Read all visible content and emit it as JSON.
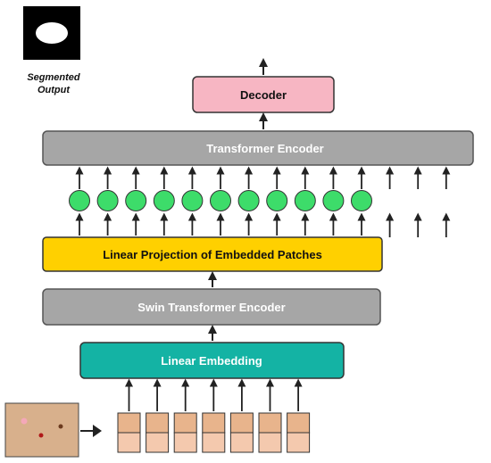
{
  "output": {
    "caption_line1": "Segmented",
    "caption_line2": "Output"
  },
  "blocks": {
    "decoder": "Decoder",
    "transformer_encoder": "Transformer Encoder",
    "linear_projection": "Linear Projection of Embedded Patches",
    "swin_encoder": "Swin Transformer Encoder",
    "linear_embedding": "Linear Embedding"
  },
  "colors": {
    "decoder_fill": "#f7b6c3",
    "encoder_fill": "#a6a6a6",
    "projection_fill": "#ffd000",
    "embedding_fill": "#14b3a4",
    "token_fill": "#3ddc6a",
    "patch_top": "#e8b48c",
    "patch_bottom": "#f4c9ae",
    "input_fill": "#d8b08c"
  }
}
